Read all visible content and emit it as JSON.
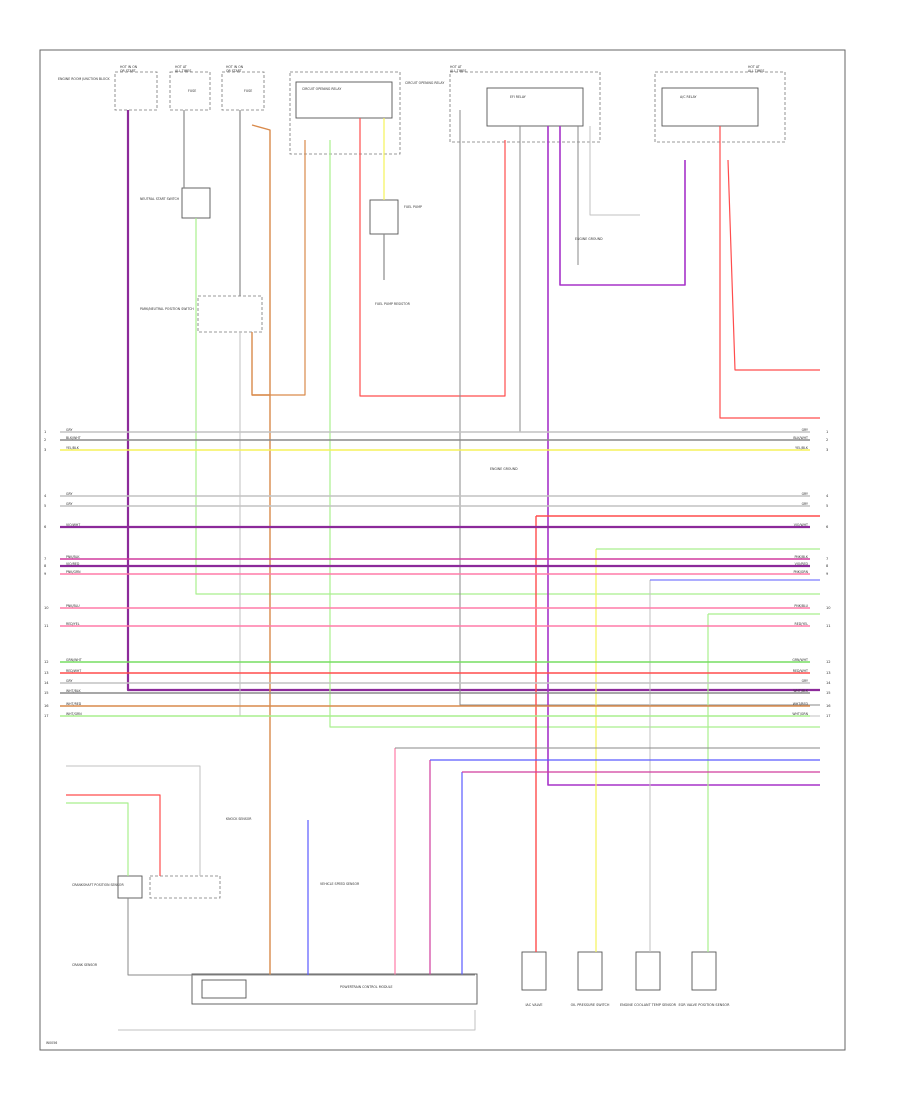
{
  "title": "",
  "top_devices": [
    {
      "id": "d1",
      "header": "HOT IN ON",
      "sub": "OR START",
      "caption": "ENGINE ROOM JUNCTION BLOCK"
    },
    {
      "id": "d2",
      "header": "HOT AT",
      "sub": "ALL TIMES",
      "caption": "FUSE"
    },
    {
      "id": "d3",
      "header": "HOT IN ON",
      "sub": "OR START",
      "caption": "FUSE"
    },
    {
      "id": "d4",
      "header": "",
      "sub": "",
      "caption": "CIRCUIT OPENING RELAY"
    },
    {
      "id": "d5",
      "header": "HOT AT",
      "sub": "ALL TIMES",
      "caption": "EFI RELAY"
    },
    {
      "id": "d6",
      "header": "HOT AT",
      "sub": "ALL TIMES",
      "caption": "A/C RELAY"
    }
  ],
  "left_components": [
    {
      "caption": "NEUTRAL START SWITCH"
    },
    {
      "caption": "PARK/NEUTRAL POSITION SWITCH"
    }
  ],
  "mid_components": [
    {
      "caption": "FUEL PUMP"
    },
    {
      "caption": "FUEL PUMP RESISTOR"
    },
    {
      "caption": "ENGINE GROUND"
    }
  ],
  "bottom_components": [
    {
      "caption": "CRANKSHAFT POSITION SENSOR"
    },
    {
      "caption": "KNOCK SENSOR"
    },
    {
      "caption": "POWERTRAIN CONTROL MODULE"
    },
    {
      "caption": "VEHICLE SPEED SENSOR"
    },
    {
      "caption": "IAC VALVE"
    },
    {
      "caption": "OIL PRESSURE SWITCH"
    },
    {
      "caption": "ENGINE COOLANT TEMP SENSOR"
    },
    {
      "caption": "EGR VALVE POSITION SENSOR"
    }
  ],
  "ground_note": "ENGINE GROUND",
  "ground_note2": "GROUND",
  "bottom_left_label": "CRANK SENSOR",
  "figure_id": "W0056",
  "bus_groups": [
    {
      "rows": [
        {
          "num": "1",
          "left": "GRY",
          "right": "GRY"
        },
        {
          "num": "2",
          "left": "BLK/WHT",
          "right": "BLK/WHT"
        },
        {
          "num": "3",
          "left": "YEL/BLK",
          "right": "YEL/BLK"
        }
      ]
    },
    {
      "rows": [
        {
          "num": "4",
          "left": "GRY",
          "right": "GRY"
        },
        {
          "num": "5",
          "left": "GRY",
          "right": "GRY"
        },
        {
          "num": "6",
          "left": "VIO/WHT",
          "right": "VIO/WHT"
        }
      ]
    },
    {
      "rows": [
        {
          "num": "7",
          "left": "PNK/BLK",
          "right": "PNK/BLK"
        },
        {
          "num": "8",
          "left": "VIO/RED",
          "right": "VIO/RED"
        },
        {
          "num": "9",
          "left": "PNK/GRN",
          "right": "PNK/GRN"
        }
      ]
    },
    {
      "rows": [
        {
          "num": "10",
          "left": "PNK/BLU",
          "right": "PNK/BLU"
        },
        {
          "num": "11",
          "left": "RED/YEL",
          "right": "RED/YEL"
        }
      ]
    },
    {
      "rows": [
        {
          "num": "12",
          "left": "GRN/WHT",
          "right": "GRN/WHT"
        },
        {
          "num": "13",
          "left": "RED/WHT",
          "right": "RED/WHT"
        },
        {
          "num": "14",
          "left": "GRY",
          "right": "GRY"
        }
      ]
    },
    {
      "rows": [
        {
          "num": "15",
          "left": "WHT/BLK",
          "right": "WHT/BLK"
        }
      ]
    },
    {
      "rows": [
        {
          "num": "16",
          "left": "WHT/RED",
          "right": "WHT/RED"
        },
        {
          "num": "17",
          "left": "WHT/GRN",
          "right": "WHT/GRN"
        }
      ]
    }
  ],
  "colors": {
    "violet": "#a733c9",
    "red": "#ff4d4d",
    "pink": "#ff7ba8",
    "green": "#76dd62",
    "lightgreen": "#a9ef8e",
    "yellow": "#f5f25a",
    "blue": "#5b5bff",
    "orange": "#d98a4b",
    "gray": "#8a8a8a",
    "lightgray": "#c2c2c2",
    "darkviolet": "#8c2a9a",
    "magenta": "#d03c9e"
  }
}
